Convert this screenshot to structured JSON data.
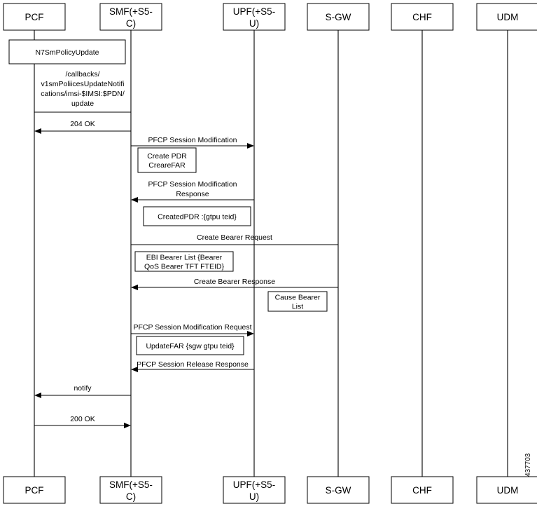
{
  "participants": [
    {
      "id": "pcf",
      "lines": [
        "PCF"
      ]
    },
    {
      "id": "smf",
      "lines": [
        "SMF(+S5-",
        "C)"
      ]
    },
    {
      "id": "upf",
      "lines": [
        "UPF(+S5-",
        "U)"
      ]
    },
    {
      "id": "sgw",
      "lines": [
        "S-GW"
      ]
    },
    {
      "id": "chf",
      "lines": [
        "CHF"
      ]
    },
    {
      "id": "udm",
      "lines": [
        "UDM"
      ]
    }
  ],
  "notes": [
    {
      "id": "n7",
      "lines": [
        "N7SmPolicyUpdate"
      ]
    },
    {
      "id": "create-pdr",
      "lines": [
        "Create PDR",
        "CreareFAR"
      ]
    },
    {
      "id": "created-pdr",
      "lines": [
        "CreatedPDR :{gtpu teid}"
      ]
    },
    {
      "id": "ebi",
      "lines": [
        "EBI Bearer List {Bearer",
        "QoS Bearer TFT FTEID}"
      ]
    },
    {
      "id": "cause",
      "lines": [
        "Cause Bearer",
        "List"
      ]
    },
    {
      "id": "update-far",
      "lines": [
        "UpdateFAR {sgw gtpu teid}"
      ]
    }
  ],
  "messages": [
    {
      "id": "callbacks",
      "from": "pcf",
      "to": "smf",
      "arrow": false,
      "lines": [
        "/callbacks/",
        "v1smPoliicesUpdateNotifi",
        "cations/imsi-$IMSI:$PDN/",
        "update"
      ]
    },
    {
      "id": "204ok",
      "from": "smf",
      "to": "pcf",
      "arrow": true,
      "lines": [
        "204 OK"
      ]
    },
    {
      "id": "pfcp-mod",
      "from": "smf",
      "to": "upf",
      "arrow": true,
      "lines": [
        "PFCP Session Modification"
      ]
    },
    {
      "id": "pfcp-mod-resp",
      "from": "upf",
      "to": "smf",
      "arrow": true,
      "lines": [
        "PFCP Session Modification",
        "Response"
      ]
    },
    {
      "id": "create-bearer-req",
      "from": "smf",
      "to": "sgw",
      "arrow": false,
      "lines": [
        "Create Bearer Request"
      ]
    },
    {
      "id": "create-bearer-resp",
      "from": "sgw",
      "to": "smf",
      "arrow": true,
      "lines": [
        "Create Bearer Response"
      ]
    },
    {
      "id": "pfcp-mod-req",
      "from": "smf",
      "to": "upf",
      "arrow": true,
      "lines": [
        "PFCP Session Modification Request"
      ]
    },
    {
      "id": "pfcp-release-resp",
      "from": "upf",
      "to": "smf",
      "arrow": true,
      "lines": [
        "PFCP Session Release Response"
      ]
    },
    {
      "id": "notify",
      "from": "smf",
      "to": "pcf",
      "arrow": true,
      "lines": [
        "notify"
      ]
    },
    {
      "id": "200ok",
      "from": "pcf",
      "to": "smf",
      "arrow": true,
      "lines": [
        "200 OK"
      ]
    }
  ],
  "figure_id": "437703"
}
